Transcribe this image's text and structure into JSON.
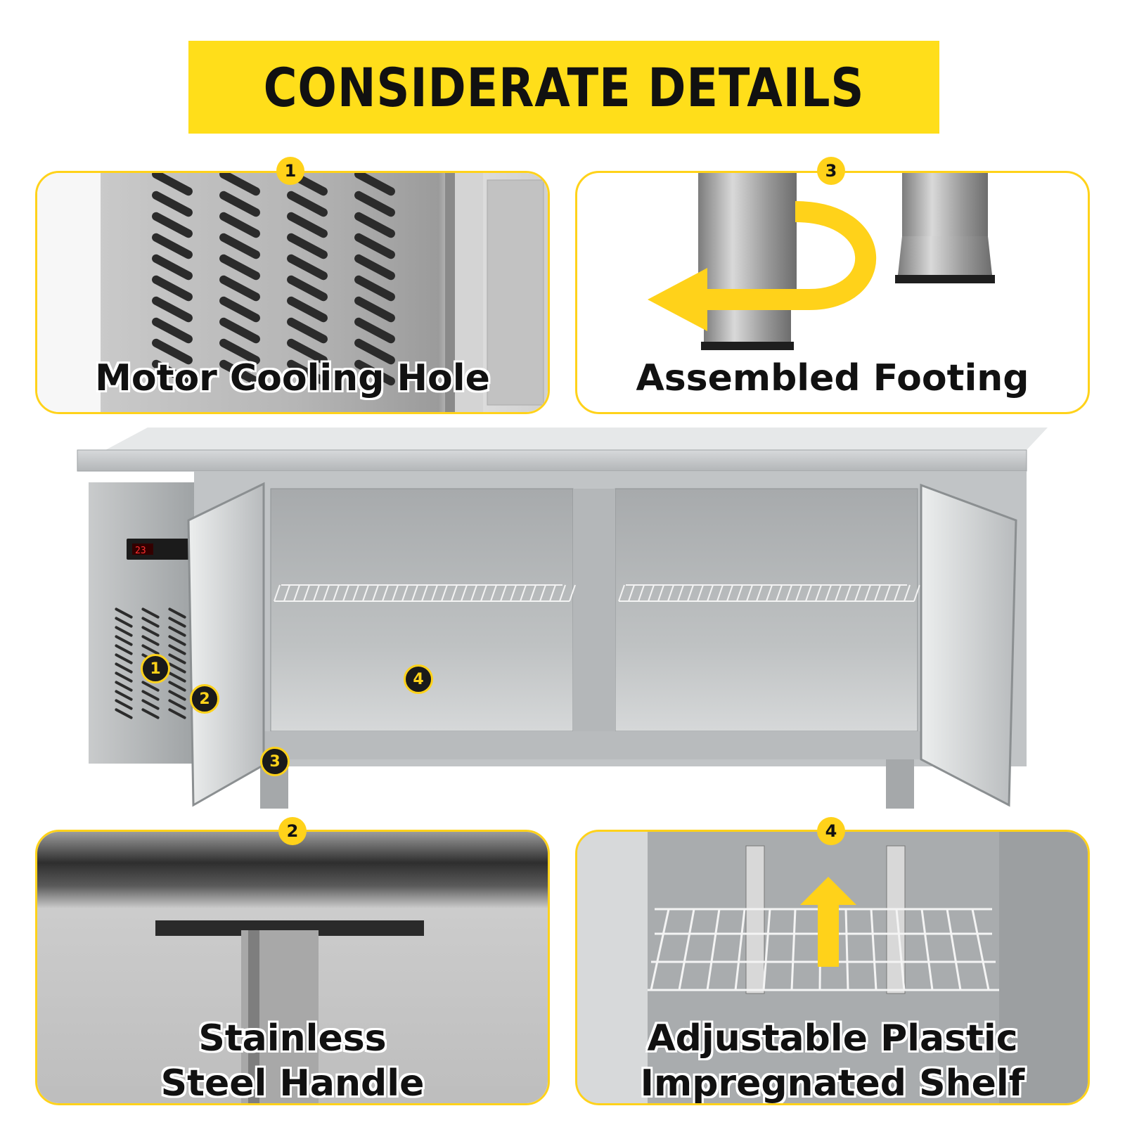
{
  "banner": {
    "title": "CONSIDERATE DETAILS"
  },
  "panels": {
    "cooling": {
      "number": "1",
      "caption": "Motor Cooling Hole"
    },
    "footing": {
      "number": "3",
      "caption": "Assembled Footing"
    },
    "handle": {
      "number": "2",
      "caption_line1": "Stainless",
      "caption_line2": "Steel Handle"
    },
    "shelf": {
      "number": "4",
      "caption_line1": "Adjustable Plastic",
      "caption_line2": "Impregnated Shelf"
    }
  },
  "product": {
    "markers": [
      "1",
      "2",
      "3",
      "4"
    ],
    "controller_display": "23"
  },
  "colors": {
    "accent": "#ffd21a",
    "steel": "#b9bdc0",
    "text": "#111111"
  }
}
